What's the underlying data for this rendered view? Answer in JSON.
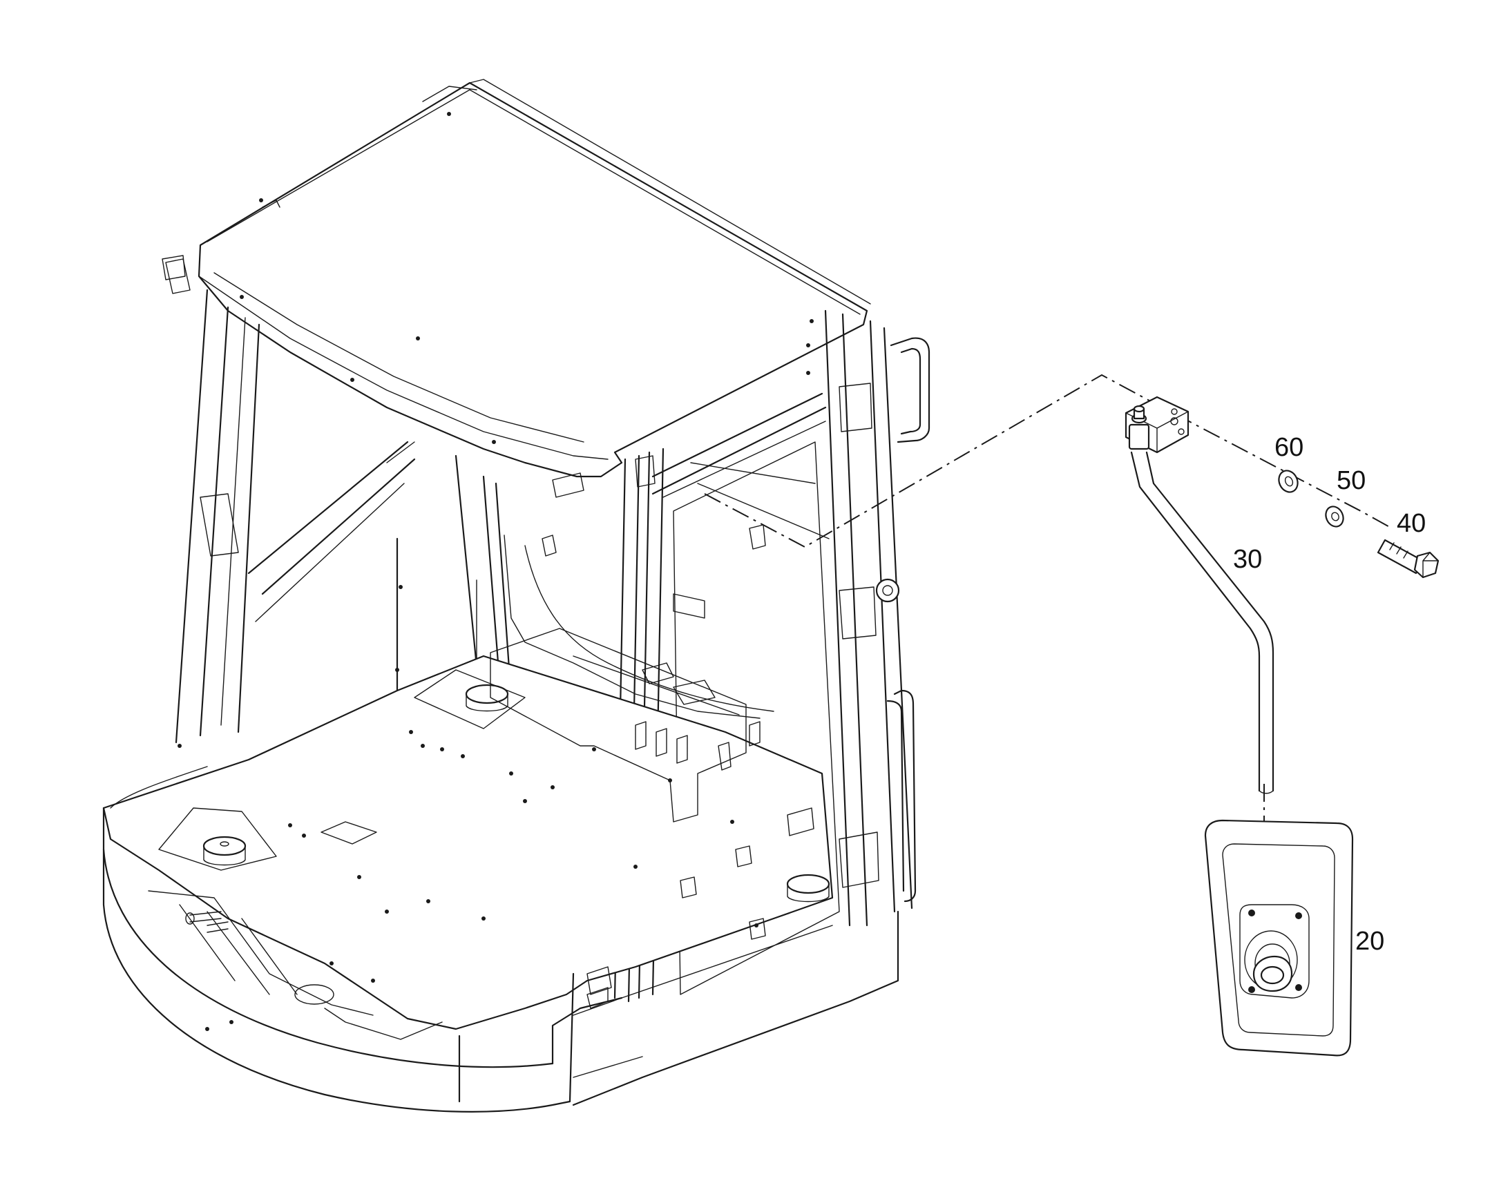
{
  "diagram": {
    "callouts": [
      {
        "id": "p20",
        "label": "20"
      },
      {
        "id": "p30",
        "label": "30"
      },
      {
        "id": "p40",
        "label": "40"
      },
      {
        "id": "p50",
        "label": "50"
      },
      {
        "id": "p60",
        "label": "60"
      }
    ]
  },
  "colors": {
    "line": "#1a1a1a",
    "background": "#ffffff"
  }
}
